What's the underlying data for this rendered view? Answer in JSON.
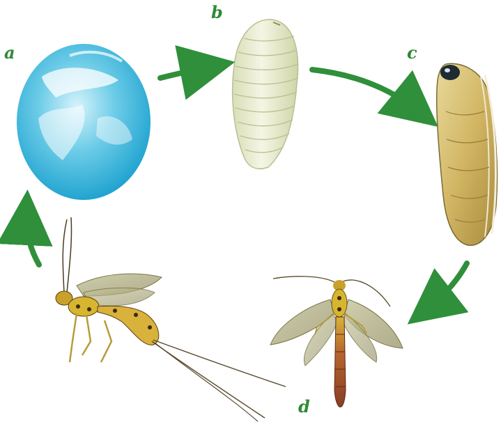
{
  "diagram": {
    "stage_labels": {
      "a": "a",
      "b": "b",
      "c": "c",
      "d": "d"
    },
    "stages": [
      {
        "key": "a",
        "depicts": "egg"
      },
      {
        "key": "b",
        "depicts": "larva"
      },
      {
        "key": "c",
        "depicts": "pupa"
      },
      {
        "key": "d",
        "depicts": "adult"
      }
    ],
    "arrow_color": "#2f8f3a",
    "label_color": "#2e8a36"
  }
}
